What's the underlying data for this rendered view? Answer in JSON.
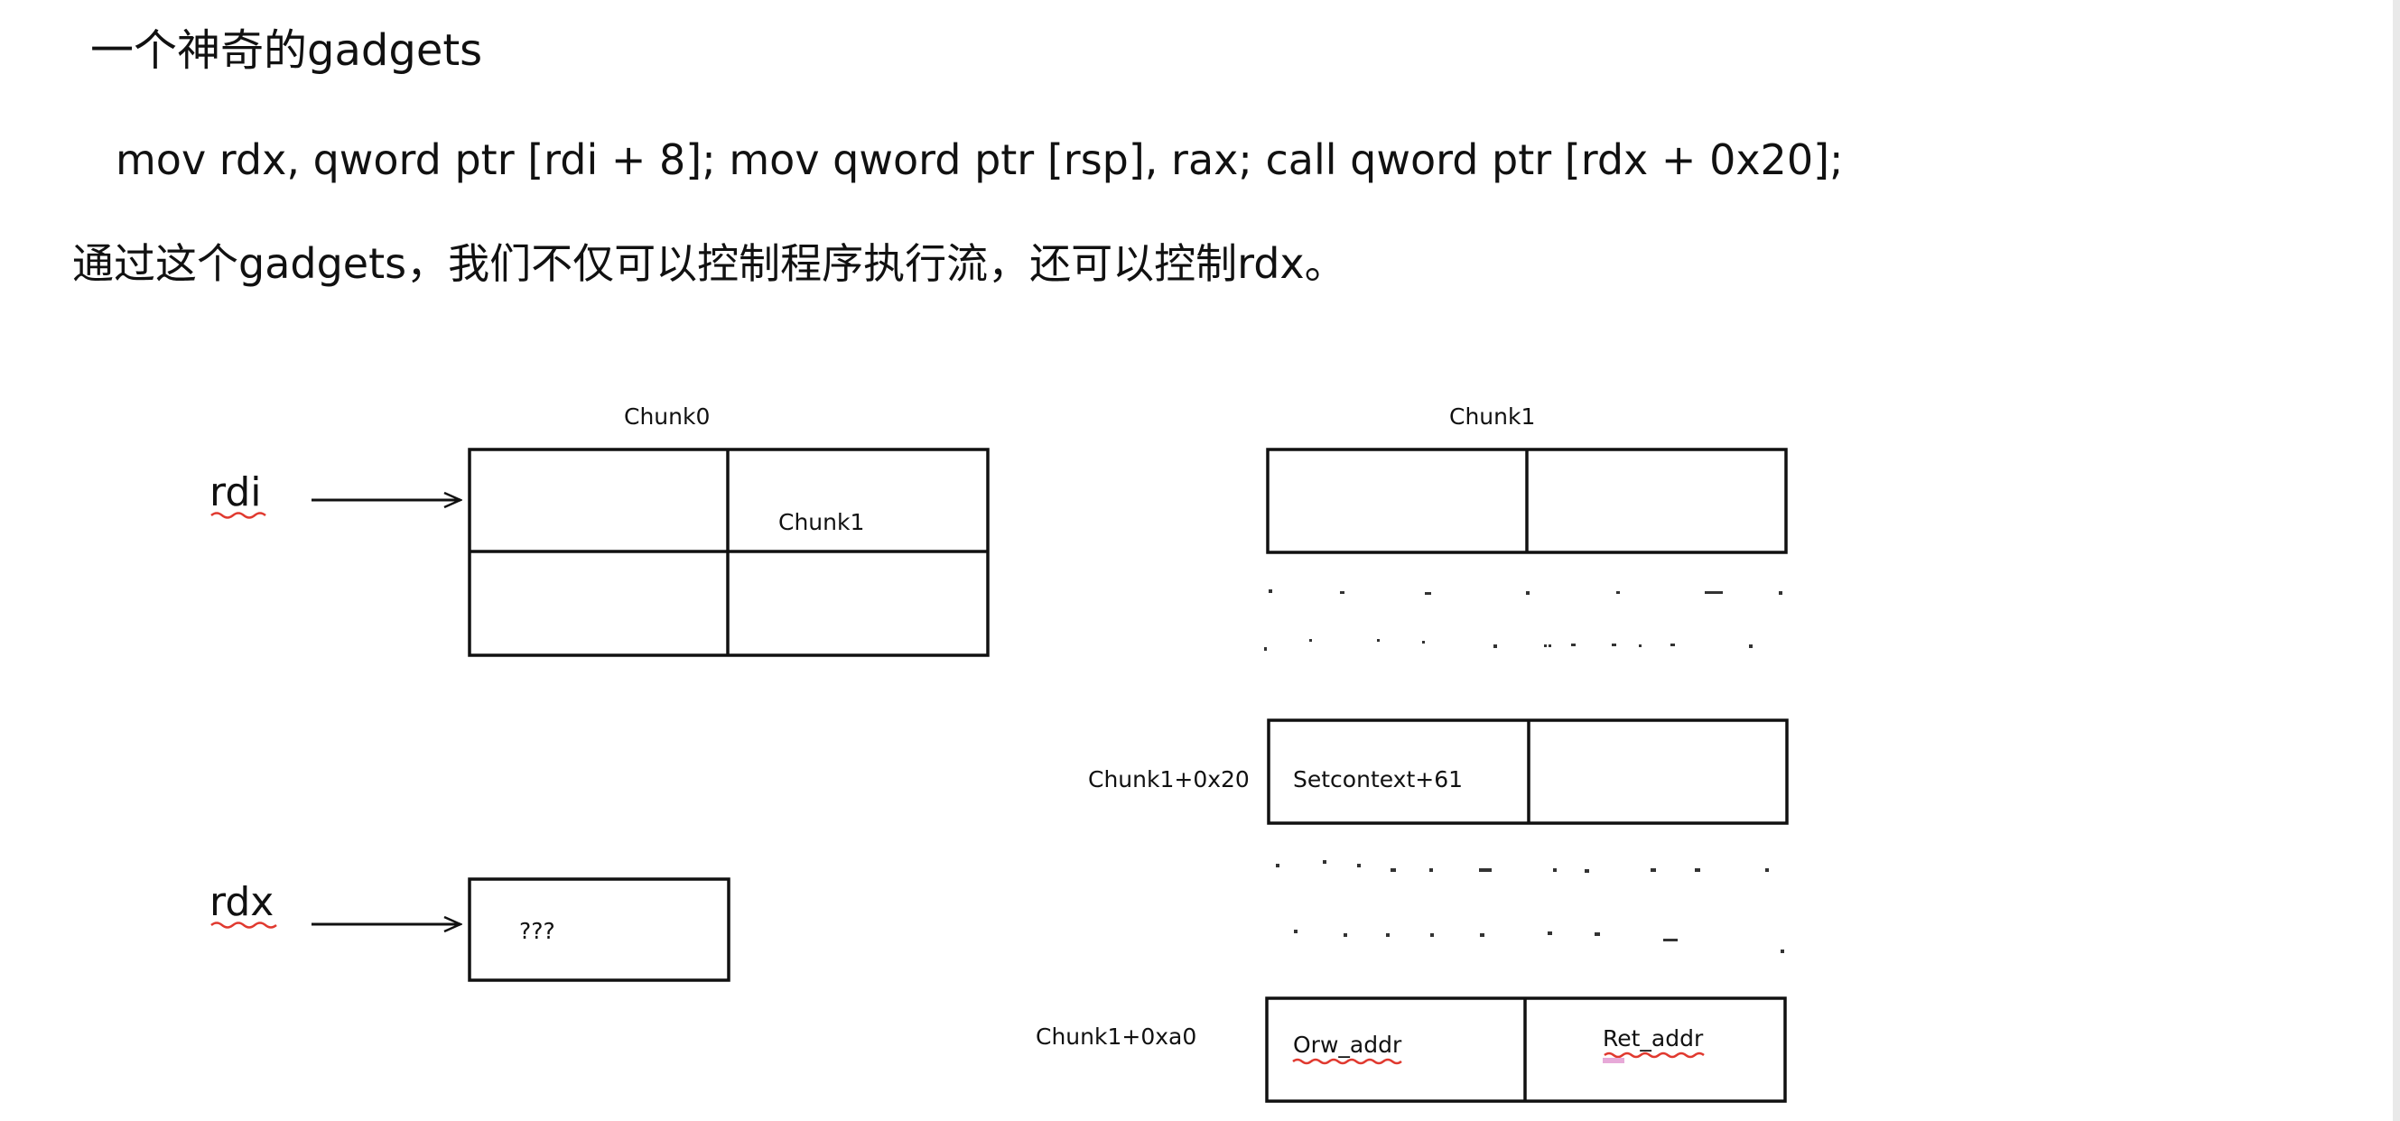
{
  "slide": {
    "title": "一个神奇的gadgets",
    "gadget_code": "mov rdx, qword ptr [rdi + 8]; mov qword ptr [rsp], rax; call qword ptr [rdx + 0x20];",
    "description": "通过这个gadgets，我们不仅可以控制程序执行流，还可以控制rdx。"
  },
  "diagram": {
    "registers": {
      "rdi": "rdi",
      "rdx": "rdx"
    },
    "chunk0": {
      "title": "Chunk0",
      "cell_qword1": "Chunk1"
    },
    "rdx_target": {
      "value": "???"
    },
    "chunk1": {
      "title": "Chunk1",
      "offset_0x20_label": "Chunk1+0x20",
      "offset_0x20_value": "Setcontext+61",
      "offset_0xa0_label": "Chunk1+0xa0",
      "offset_0xa0_value": "Orw_addr",
      "offset_0xa8_value": "Ret_addr"
    },
    "colors": {
      "stroke": "#111111",
      "spell_underline": "#e0392f",
      "highlight": "#e7a9d8"
    }
  }
}
